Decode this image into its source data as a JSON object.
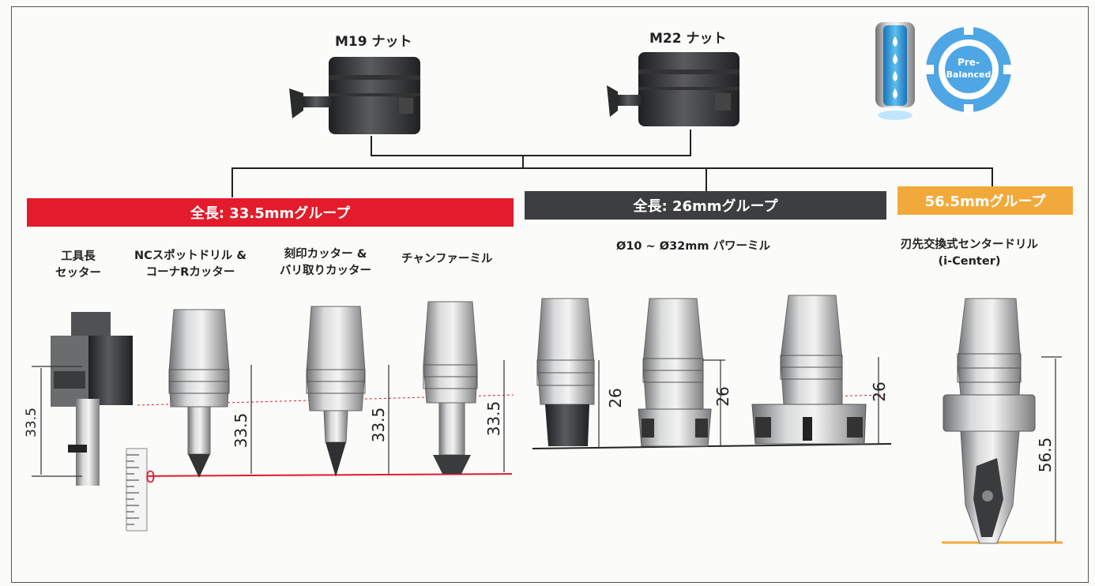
{
  "nuts": [
    {
      "label": "M19 ナット"
    },
    {
      "label": "M22 ナット"
    }
  ],
  "badge": {
    "pre_balanced": [
      "Pre-",
      "Balanced"
    ]
  },
  "groups": [
    {
      "label": "全長: 33.5mmグループ",
      "color": "#e31b2b"
    },
    {
      "label": "全長: 26mmグループ",
      "color": "#3d3e40"
    },
    {
      "label": "56.5mmグループ",
      "color": "#f2a93b"
    }
  ],
  "tools": {
    "setter": "工具長\nセッター",
    "nc_spot": "NCスポットドリル &\nコーナRカッター",
    "engrave": "刻印カッター &\nバリ取りカッター",
    "chamfer": "チャンファーミル",
    "powermill": "Ø10 ~ Ø32mm パワーミル",
    "icenter": "刃先交換式センタードリル\n(i-Center)"
  },
  "dimensions": {
    "d335": "33.5",
    "d26": "26",
    "d565": "56.5",
    "zero": "0"
  }
}
